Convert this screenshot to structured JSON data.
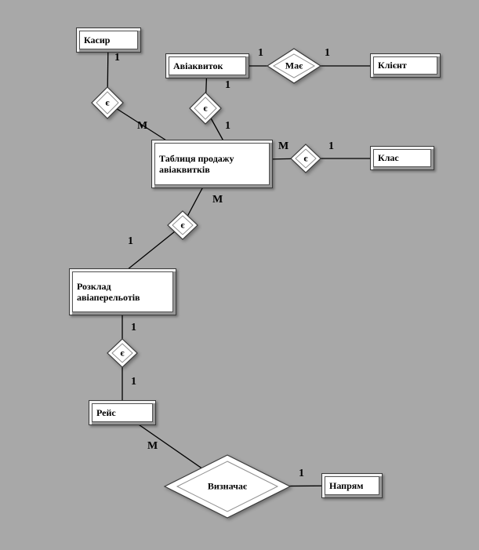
{
  "page": {
    "background": "#a8a8a8"
  },
  "diagram": {
    "entities": [
      {
        "id": "kasyr",
        "label": "Касир"
      },
      {
        "id": "aviakvytok",
        "label": "Авіаквиток"
      },
      {
        "id": "klient",
        "label": "Клієнт"
      },
      {
        "id": "tablytsia-prodazhu",
        "label": "Таблиця продажу авіаквитків"
      },
      {
        "id": "klas",
        "label": "Клас"
      },
      {
        "id": "rozklad-aviaperelotiv",
        "label": "Розклад авіаперельотів"
      },
      {
        "id": "reis",
        "label": "Рейс"
      },
      {
        "id": "napriam",
        "label": "Напрям"
      }
    ],
    "relationships": [
      {
        "id": "maie",
        "label": "Має"
      },
      {
        "id": "ye-1",
        "label": "є"
      },
      {
        "id": "ye-2",
        "label": "є"
      },
      {
        "id": "ye-3",
        "label": "є"
      },
      {
        "id": "ye-4",
        "label": "є"
      },
      {
        "id": "ye-5",
        "label": "є"
      },
      {
        "id": "vyznachaie",
        "label": "Визначає"
      }
    ],
    "cardinalities": [
      {
        "text": "1"
      },
      {
        "text": "1"
      },
      {
        "text": "1"
      },
      {
        "text": "1"
      },
      {
        "text": "M"
      },
      {
        "text": "1"
      },
      {
        "text": "M"
      },
      {
        "text": "1"
      },
      {
        "text": "M"
      },
      {
        "text": "1"
      },
      {
        "text": "1"
      },
      {
        "text": "1"
      },
      {
        "text": "M"
      },
      {
        "text": "1"
      }
    ]
  }
}
